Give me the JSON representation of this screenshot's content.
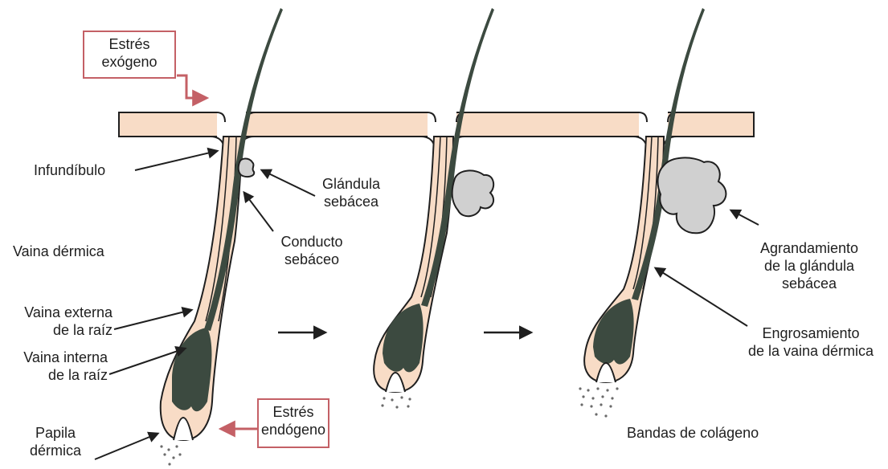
{
  "colors": {
    "skin": "#f8dcc6",
    "outline": "#1f1f1f",
    "hair": "#3c4a40",
    "gland": "#d0d0d0",
    "stress": "#c46066",
    "debris": "#6a6a6a"
  },
  "labels": {
    "exogenous_stress": [
      "Estrés",
      "exógeno"
    ],
    "endogenous_stress": [
      "Estrés",
      "endógeno"
    ],
    "infundibulum": "Infundíbulo",
    "sebaceous_gland": [
      "Glándula",
      "sebácea"
    ],
    "sebaceous_duct": [
      "Conducto",
      "sebáceo"
    ],
    "dermal_sheath": "Vaina dérmica",
    "outer_root_sheath": [
      "Vaina externa",
      "de la raíz"
    ],
    "inner_root_sheath": [
      "Vaina interna",
      "de la raíz"
    ],
    "dermal_papilla": [
      "Papila",
      "dérmica"
    ],
    "gland_enlargement": [
      "Agrandamiento",
      "de la glándula",
      "sebácea"
    ],
    "sheath_thickening": [
      "Engrosamiento",
      "de la vaina dérmica"
    ],
    "collagen_bands": "Bandas de colágeno"
  }
}
